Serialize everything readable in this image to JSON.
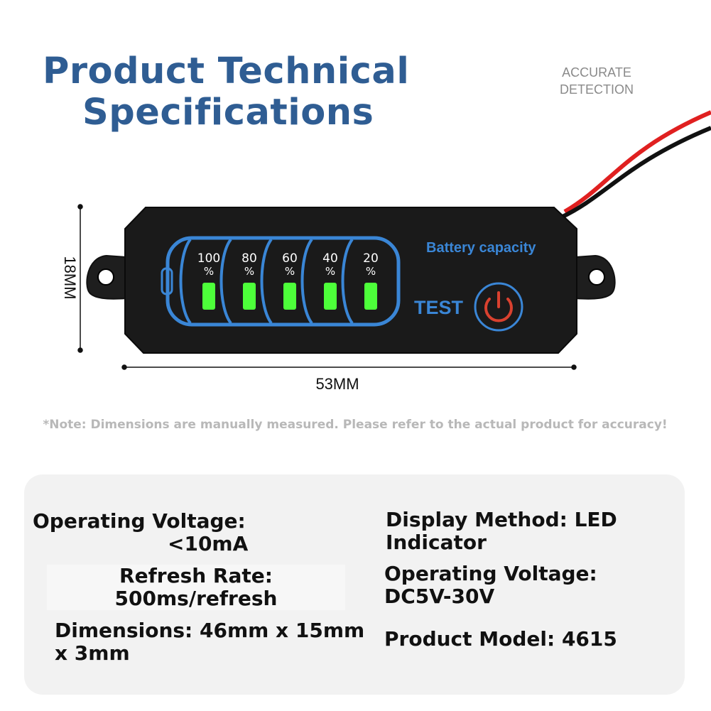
{
  "header": {
    "title_line1": "Product Technical",
    "title_line2": "Specifications",
    "badge_line1": "ACCURATE",
    "badge_line2": "DETECTION"
  },
  "device": {
    "battery_label": "Battery capacity",
    "test_label": "TEST",
    "levels": [
      {
        "value": "100",
        "unit": "%"
      },
      {
        "value": "80",
        "unit": "%"
      },
      {
        "value": "60",
        "unit": "%"
      },
      {
        "value": "40",
        "unit": "%"
      },
      {
        "value": "20",
        "unit": "%"
      }
    ],
    "colors": {
      "body": "#1a1a1a",
      "accent": "#3a86d6",
      "led": "#4dff3a",
      "power": "#d9412f",
      "wire_red": "#e02020",
      "wire_black": "#111111"
    }
  },
  "dimensions": {
    "width_label": "53MM",
    "height_label": "18MM"
  },
  "note": "*Note: Dimensions are manually measured. Please refer to the actual product for accuracy!",
  "specs": {
    "operating_voltage_label": "Operating Voltage:",
    "operating_voltage_value": "<10mA",
    "refresh_rate_label": "Refresh Rate:",
    "refresh_rate_value": "500ms/refresh",
    "dimensions": "Dimensions: 46mm x 15mm x 3mm",
    "display_method": "Display Method: LED Indicator",
    "operating_voltage_2": "Operating Voltage: DC5V-30V",
    "product_model": "Product Model: 4615"
  }
}
